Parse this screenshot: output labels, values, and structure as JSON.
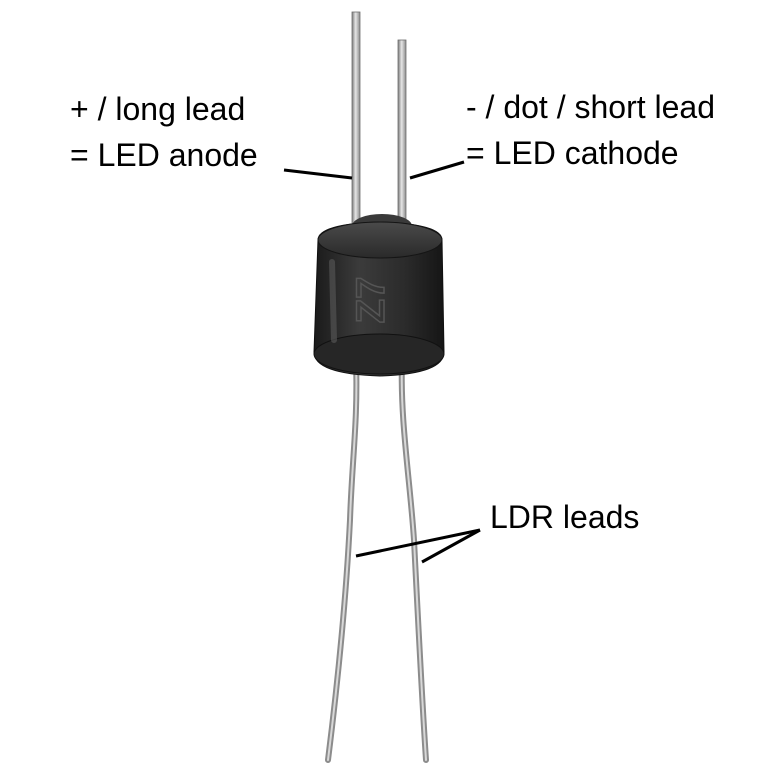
{
  "labels": {
    "anode": {
      "line1": "+ / long lead",
      "line2": "= LED anode"
    },
    "cathode": {
      "line1": "- / dot / short lead",
      "line2": "= LED cathode"
    },
    "ldr": "LDR leads"
  },
  "colors": {
    "background": "#ffffff",
    "text": "#000000",
    "body": "#2a2a2a",
    "lead": "#9a9a9a"
  },
  "component_marking": "Z7"
}
